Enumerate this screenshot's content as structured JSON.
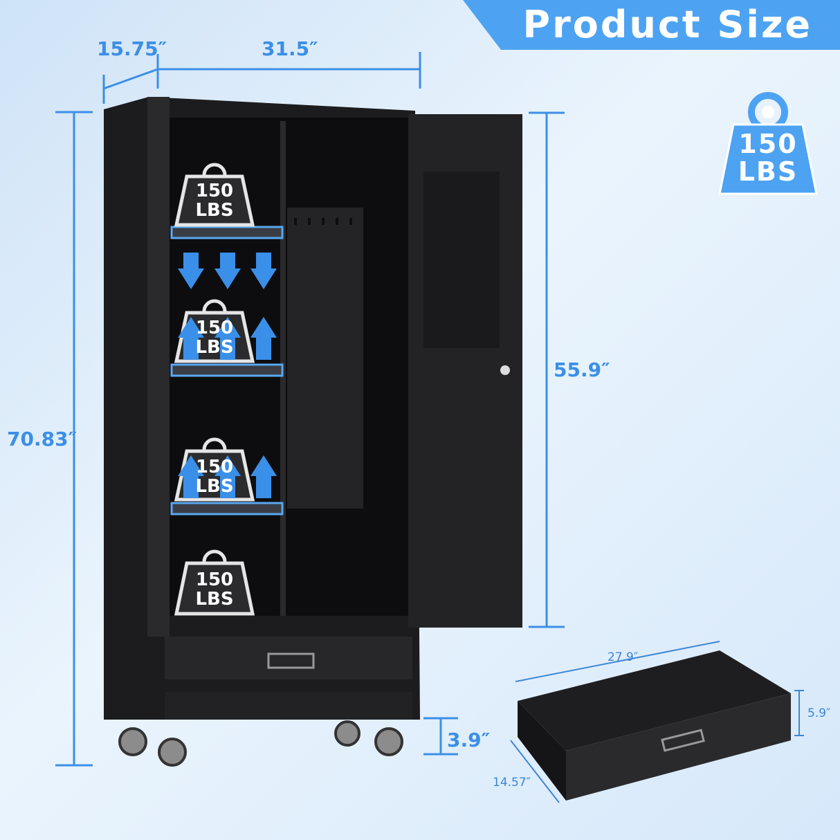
{
  "banner": {
    "title": "Product Size"
  },
  "dimensions": {
    "depth": "15.75″",
    "width": "31.5″",
    "height": "70.83″",
    "door_height": "55.9″",
    "caster_height": "3.9″"
  },
  "capacity_badge": {
    "line1": "150",
    "line2": "LBS"
  },
  "shelf_weights": [
    {
      "line1": "150",
      "line2": "LBS"
    },
    {
      "line1": "150",
      "line2": "LBS"
    },
    {
      "line1": "150",
      "line2": "LBS"
    },
    {
      "line1": "150",
      "line2": "LBS"
    }
  ],
  "drawer": {
    "length": "27.9″",
    "height": "5.9″",
    "depth": "14.57″"
  },
  "colors": {
    "accent": "#4da3f2",
    "dimension_text": "#3b8fe6",
    "cabinet": "#1c1c1e"
  }
}
